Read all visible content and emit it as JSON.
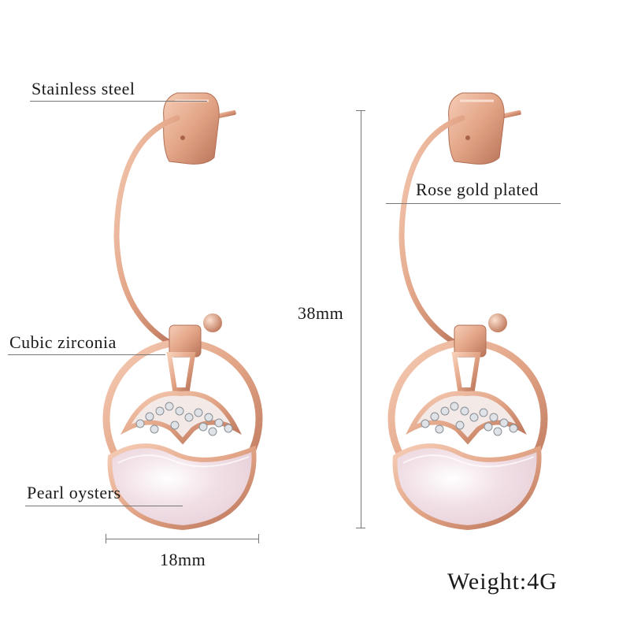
{
  "annotations": {
    "stainless_steel": "Stainless steel",
    "cubic_zirconia": "Cubic zirconia",
    "pearl_oysters": "Pearl oysters",
    "rose_gold_plated": "Rose gold plated"
  },
  "dimensions": {
    "height": "38mm",
    "width": "18mm"
  },
  "weight": "Weight:4G",
  "colors": {
    "rose_gold": "#e2a486",
    "rose_gold_dark": "#c07a5c",
    "shell": "#f3e4ea",
    "crystal": "#d9dde3"
  }
}
